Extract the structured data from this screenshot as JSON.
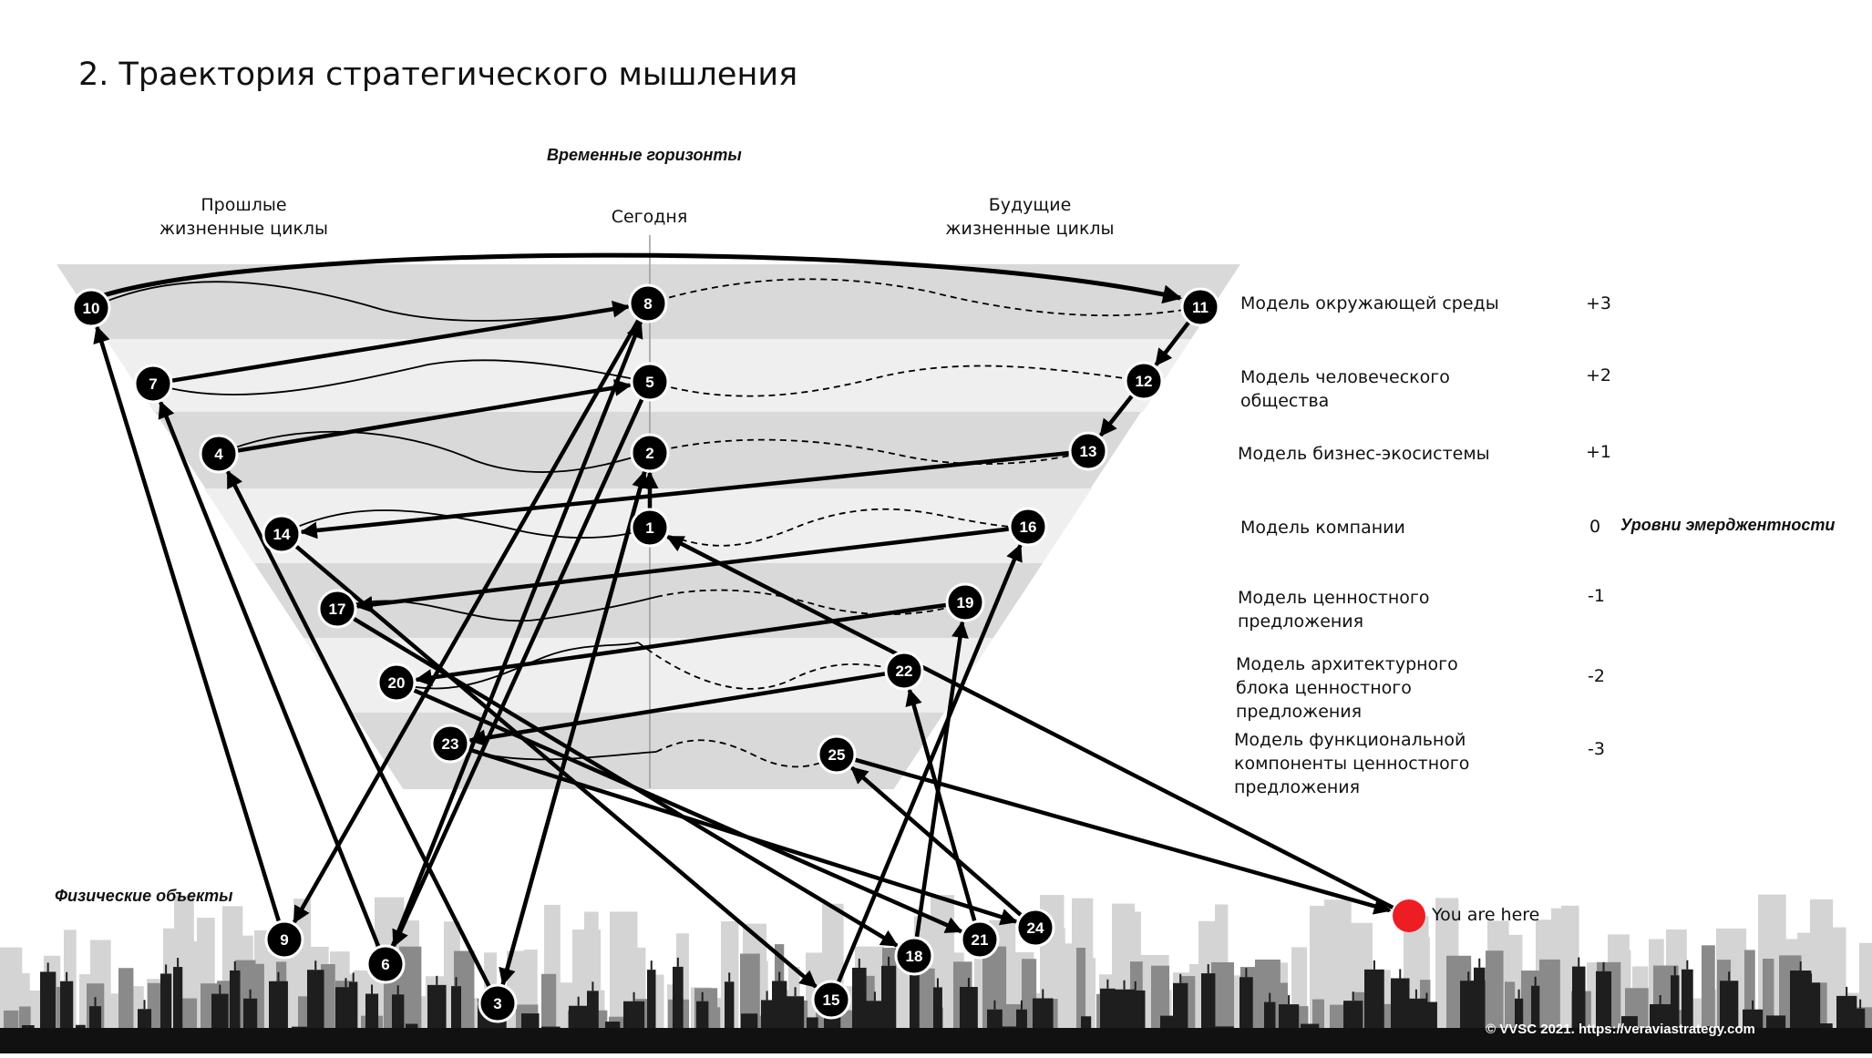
{
  "title": "2. Траектория стратегического мышления",
  "time_horizons_label": "Временные горизонты",
  "physical_objects_label": "Физические объекты",
  "emergence_levels_label": "Уровни эмерджентности",
  "columns": {
    "past": "Прошлые жизненные циклы",
    "today": "Сегодня",
    "future": "Будущие жизненные циклы"
  },
  "levels": [
    {
      "label": "Модель окружающей среды",
      "value": "+3"
    },
    {
      "label": "Модель человеческого общества",
      "value": "+2"
    },
    {
      "label": "Модель бизнес-экосистемы",
      "value": "+1"
    },
    {
      "label": "Модель компании",
      "value": "0"
    },
    {
      "label": "Модель ценностного предложения",
      "value": "-1"
    },
    {
      "label": "Модель архитектурного блока ценностного предложения",
      "value": "-2"
    },
    {
      "label": "Модель функциональной компоненты ценностного предложения",
      "value": "-3"
    }
  ],
  "you_are_here": "You are here",
  "copyright": "© VVSC 2021. https://veraviastrategy.com",
  "nodes": [
    "1",
    "2",
    "3",
    "4",
    "5",
    "6",
    "7",
    "8",
    "9",
    "10",
    "11",
    "12",
    "13",
    "14",
    "15",
    "16",
    "17",
    "18",
    "19",
    "20",
    "21",
    "22",
    "23",
    "24",
    "25"
  ],
  "arrows": [
    [
      "1",
      "2"
    ],
    [
      "3",
      "2"
    ],
    [
      "4",
      "5"
    ],
    [
      "7",
      "8"
    ],
    [
      "6",
      "8"
    ],
    [
      "9",
      "10"
    ],
    [
      "10",
      "11"
    ],
    [
      "11",
      "12"
    ],
    [
      "12",
      "13"
    ],
    [
      "13",
      "14"
    ],
    [
      "14",
      "15"
    ],
    [
      "15",
      "16"
    ],
    [
      "16",
      "17"
    ],
    [
      "17",
      "18"
    ],
    [
      "18",
      "19"
    ],
    [
      "19",
      "20"
    ],
    [
      "20",
      "21"
    ],
    [
      "21",
      "22"
    ],
    [
      "22",
      "23"
    ],
    [
      "23",
      "24"
    ],
    [
      "24",
      "25"
    ],
    [
      "25",
      "here"
    ],
    [
      "here",
      "1"
    ],
    [
      "8",
      "9"
    ],
    [
      "5",
      "6"
    ],
    [
      "2",
      "3"
    ],
    [
      "3",
      "4"
    ],
    [
      "6",
      "7"
    ]
  ],
  "colors": {
    "node": "#000000",
    "here_marker": "#ee1d24",
    "band_dark": "#d9d9d9",
    "band_light": "#efefef"
  }
}
